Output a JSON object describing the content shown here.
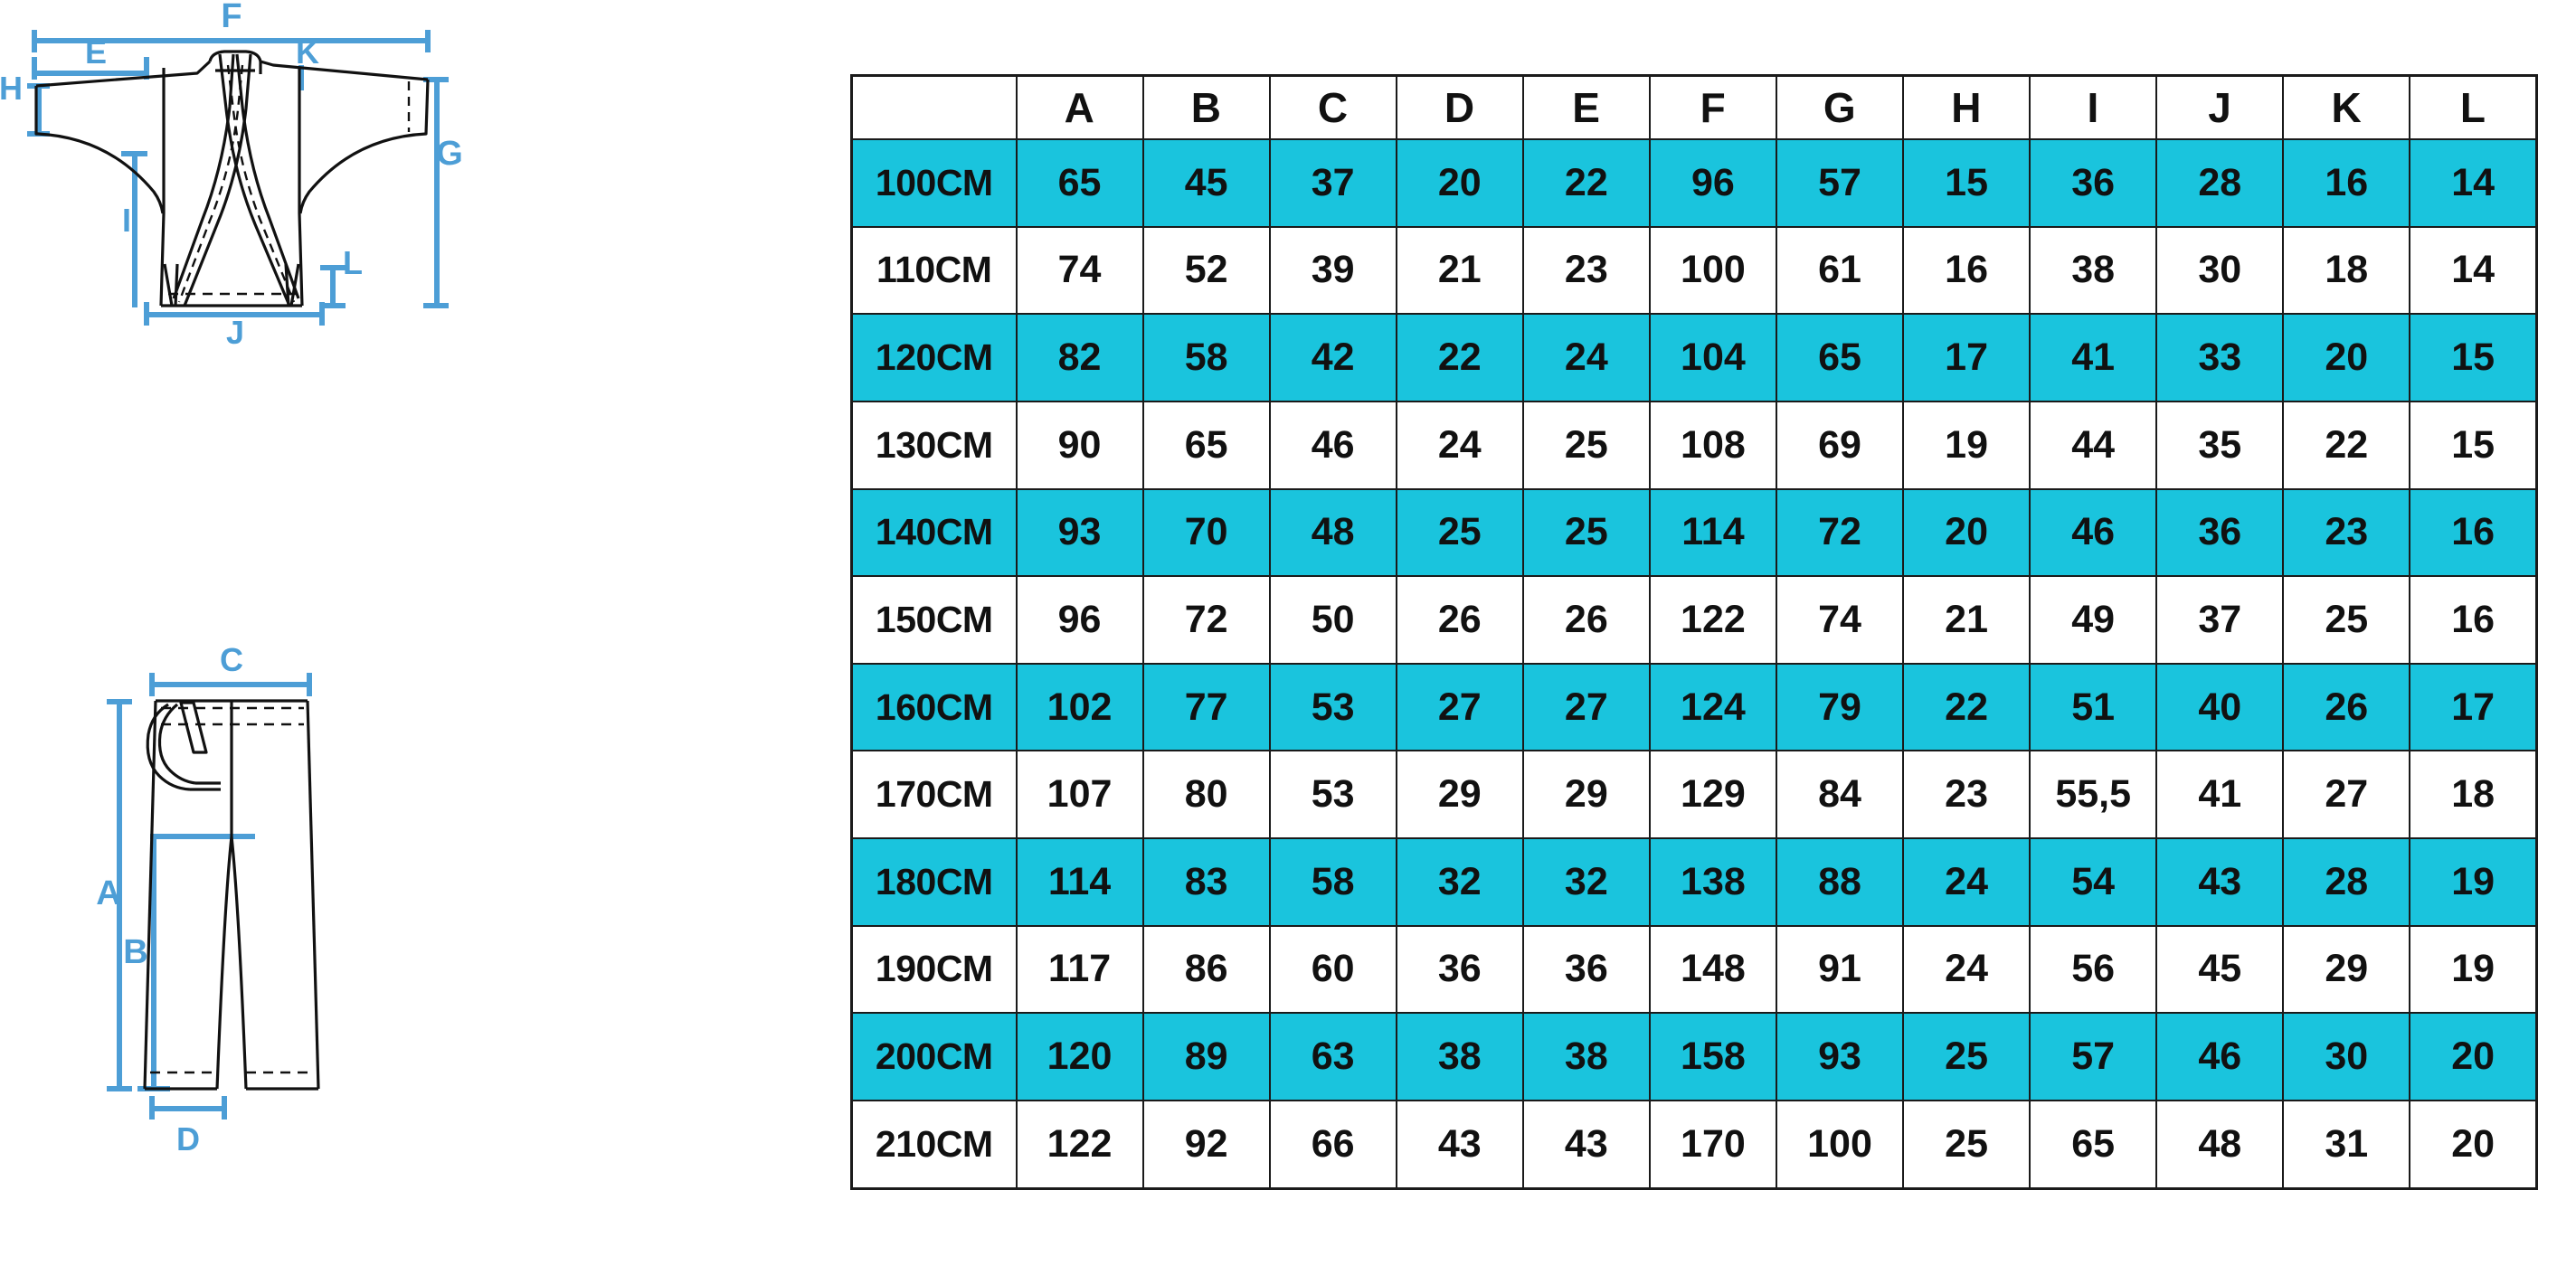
{
  "diagram": {
    "jacket": {
      "name": "karate-gi-jacket-technical-drawing",
      "labels": [
        "F",
        "E",
        "K",
        "H",
        "G",
        "I",
        "L",
        "J"
      ]
    },
    "pants": {
      "name": "karate-gi-pants-technical-drawing",
      "labels": [
        "C",
        "A",
        "B",
        "D"
      ]
    },
    "accent_color": "#4d9ed6",
    "line_color": "#111111"
  },
  "table": {
    "columns": [
      "",
      "A",
      "B",
      "C",
      "D",
      "E",
      "F",
      "G",
      "H",
      "I",
      "J",
      "K",
      "L"
    ],
    "header_bg": "#ffffff",
    "alt_row_bg": "#1ac4dd",
    "row_bg": "#ffffff",
    "border_color": "#1a1a1a",
    "rows": [
      {
        "size": "100CM",
        "values": [
          "65",
          "45",
          "37",
          "20",
          "22",
          "96",
          "57",
          "15",
          "36",
          "28",
          "16",
          "14"
        ]
      },
      {
        "size": "110CM",
        "values": [
          "74",
          "52",
          "39",
          "21",
          "23",
          "100",
          "61",
          "16",
          "38",
          "30",
          "18",
          "14"
        ]
      },
      {
        "size": "120CM",
        "values": [
          "82",
          "58",
          "42",
          "22",
          "24",
          "104",
          "65",
          "17",
          "41",
          "33",
          "20",
          "15"
        ]
      },
      {
        "size": "130CM",
        "values": [
          "90",
          "65",
          "46",
          "24",
          "25",
          "108",
          "69",
          "19",
          "44",
          "35",
          "22",
          "15"
        ]
      },
      {
        "size": "140CM",
        "values": [
          "93",
          "70",
          "48",
          "25",
          "25",
          "114",
          "72",
          "20",
          "46",
          "36",
          "23",
          "16"
        ]
      },
      {
        "size": "150CM",
        "values": [
          "96",
          "72",
          "50",
          "26",
          "26",
          "122",
          "74",
          "21",
          "49",
          "37",
          "25",
          "16"
        ]
      },
      {
        "size": "160CM",
        "values": [
          "102",
          "77",
          "53",
          "27",
          "27",
          "124",
          "79",
          "22",
          "51",
          "40",
          "26",
          "17"
        ]
      },
      {
        "size": "170CM",
        "values": [
          "107",
          "80",
          "53",
          "29",
          "29",
          "129",
          "84",
          "23",
          "55,5",
          "41",
          "27",
          "18"
        ]
      },
      {
        "size": "180CM",
        "values": [
          "114",
          "83",
          "58",
          "32",
          "32",
          "138",
          "88",
          "24",
          "54",
          "43",
          "28",
          "19"
        ]
      },
      {
        "size": "190CM",
        "values": [
          "117",
          "86",
          "60",
          "36",
          "36",
          "148",
          "91",
          "24",
          "56",
          "45",
          "29",
          "19"
        ]
      },
      {
        "size": "200CM",
        "values": [
          "120",
          "89",
          "63",
          "38",
          "38",
          "158",
          "93",
          "25",
          "57",
          "46",
          "30",
          "20"
        ]
      },
      {
        "size": "210CM",
        "values": [
          "122",
          "92",
          "66",
          "43",
          "43",
          "170",
          "100",
          "25",
          "65",
          "48",
          "31",
          "20"
        ]
      }
    ]
  }
}
